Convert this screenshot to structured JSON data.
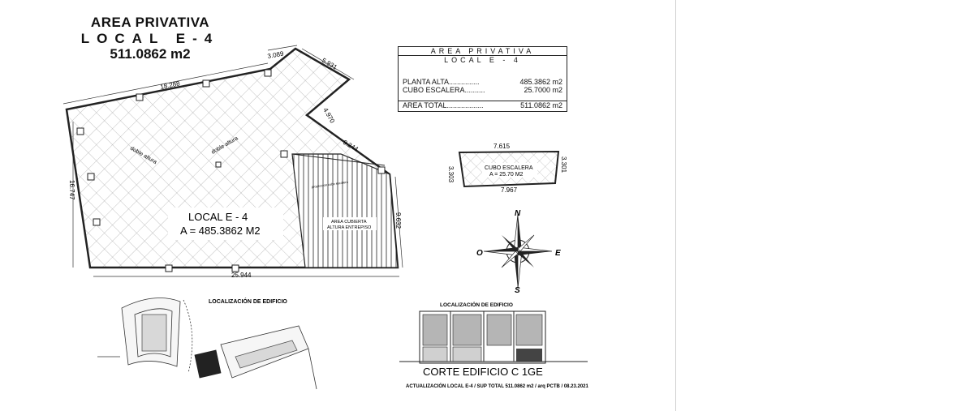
{
  "title": {
    "line1": "AREA PRIVATIVA",
    "line2": "LOCAL  E-4",
    "line3": "511.0862 m2"
  },
  "plan": {
    "dimensions": [
      "3.089",
      "5.931",
      "18.288",
      "4.970",
      "9.244",
      "16.747",
      "9.632",
      "25.944"
    ],
    "labels": {
      "doble_altura_1": "doble altura",
      "doble_altura_2": "doble altura",
      "local_name": "LOCAL   E - 4",
      "local_area": "A = 485.3862 M2",
      "cubierta_1": "AREA CUBIERTA",
      "cubierta_2": "ALTURA ENTREPISO",
      "small_note": "proyeccion cubo escalera"
    }
  },
  "area_table": {
    "header1": "AREA   PRIVATIVA",
    "header2": "LOCAL   E - 4",
    "rows": [
      {
        "label": "PLANTA ALTA...............",
        "value": "485.3862 m2"
      },
      {
        "label": "CUBO ESCALERA..........",
        "value": "25.7000 m2"
      }
    ],
    "total_label": "AREA TOTAL..................",
    "total_value": "511.0862 m2"
  },
  "cubo": {
    "top": "7.615",
    "bottom": "7.967",
    "left": "3.303",
    "right": "3.301",
    "name": "CUBO ESCALERA",
    "area": "A = 25.70 M2"
  },
  "compass": {
    "n": "N",
    "s": "S",
    "e": "E",
    "o": "O"
  },
  "location": {
    "title": "LOCALIZACIÓN DE EDIFICIO"
  },
  "section": {
    "title": "LOCALIZACIÓN DE EDIFICIO",
    "name": "CORTE EDIFICIO C 1GE",
    "footer": "ACTUALIZACIÓN LOCAL E-4 / SUP TOTAL 511.0862 m2 / arq PCTB / 08.23.2021"
  }
}
